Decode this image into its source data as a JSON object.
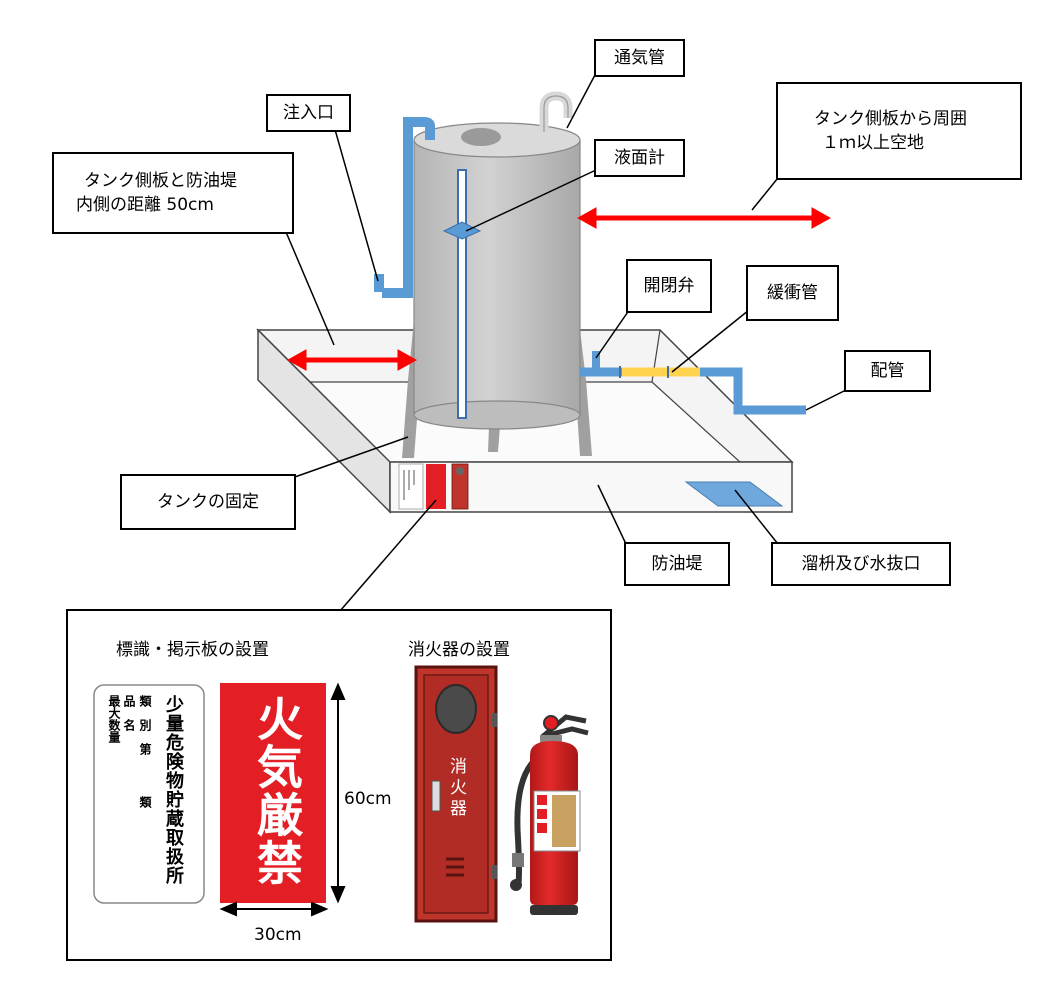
{
  "labels": {
    "inlet": "注入口",
    "vent_pipe": "通気管",
    "level_gauge": "液面計",
    "clearance_line1": "タンク側板から周囲",
    "clearance_line2": "１ｍ以上空地",
    "distance_line1": "タンク側板と防油堤",
    "distance_line2": "内側の距離 50cm",
    "valve": "開閉弁",
    "buffer_pipe": "緩衝管",
    "piping": "配管",
    "tank_fixing": "タンクの固定",
    "dike": "防油堤",
    "sump": "溜枡及び水抜口"
  },
  "inset": {
    "sign_title": "標識・掲示板の設置",
    "extinguisher_title": "消火器の設置",
    "sign_main": "少量危険物貯蔵取扱所",
    "sign_col1": "類",
    "sign_col1b": "別",
    "sign_col1c": "第",
    "sign_col1d": "類",
    "sign_col2": "品",
    "sign_col2b": "名",
    "sign_col3": "最大数量",
    "fire_sign": "火気厳禁",
    "height_dim": "60cm",
    "width_dim": "30cm",
    "cabinet_text": "消火器"
  },
  "colors": {
    "tank": "#c8c8c8",
    "pipe_blue": "#5b9bd5",
    "arrow_red": "#ff0000",
    "fire_red": "#e31e24",
    "buffer_yellow": "#ffd34d",
    "cabinet_red": "#c0352b"
  }
}
